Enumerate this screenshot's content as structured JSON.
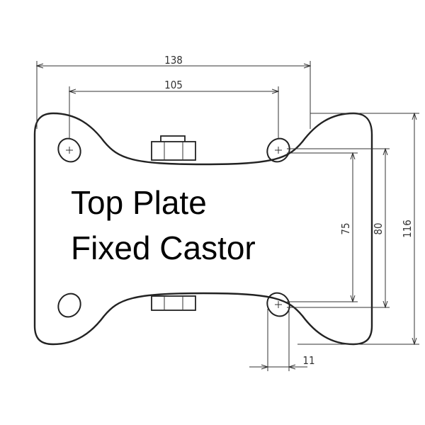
{
  "title": {
    "line1": "Top Plate",
    "line2": "Fixed Castor"
  },
  "dimensions": {
    "overall_width": "138",
    "hole_spacing_width": "105",
    "overall_length": "116",
    "outer_hole_spacing": "80",
    "inner_hole_spacing": "75",
    "edge_offset": "11"
  }
}
